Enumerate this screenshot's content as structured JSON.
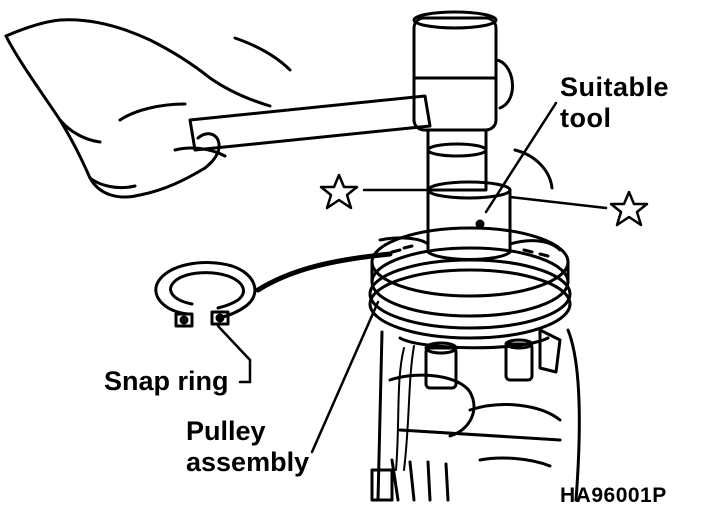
{
  "labels": {
    "suitable_tool_line1": "Suitable",
    "suitable_tool_line2": "tool",
    "snap_ring": "Snap ring",
    "pulley_assembly_line1": "Pulley",
    "pulley_assembly_line2": "assembly",
    "figure_code": "HA96001P"
  },
  "colors": {
    "ink": "#000000",
    "paper": "#ffffff"
  },
  "icons": {
    "star_marks": "star-icon"
  }
}
